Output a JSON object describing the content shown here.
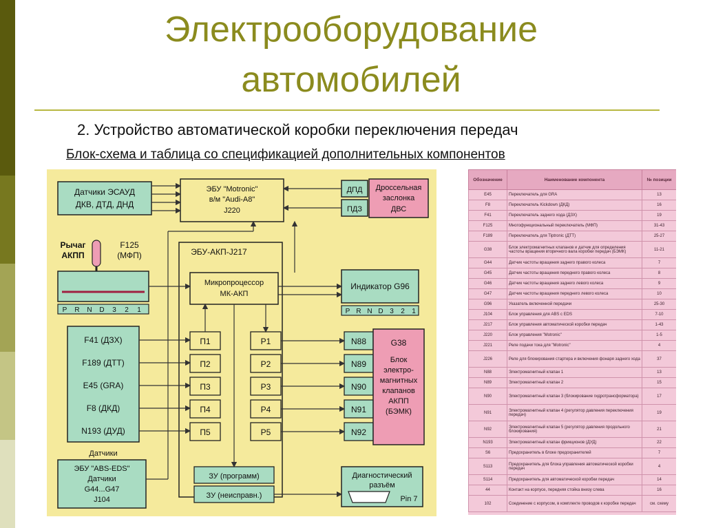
{
  "slide": {
    "title_line1": "Электрооборудование",
    "title_line2": "автомобилей",
    "subtitle": "2. Устройство автоматической коробки переключения передач",
    "caption": "Блок-схема и таблица со спецификацией дополнительных компонентов"
  },
  "colors": {
    "sidebar": [
      "#5a5a0d",
      "#77781f",
      "#a3a455",
      "#c4c585",
      "#dfe0bd"
    ],
    "title": "#8b8b1e",
    "diagram_bg": "#f5ea9c",
    "box_green": "#a9dcc2",
    "box_pink": "#ee9db4",
    "spec_bg": "#f3c9d9"
  },
  "diagram": {
    "sensors_escaud": "Датчики ЭСАУД",
    "sensors_escaud2": "ДКВ, ДТД, ДНД",
    "ecu_motronic1": "ЭБУ \"Motronic\"",
    "ecu_motronic2": "в/м \"Audi-A8\"",
    "ecu_motronic3": "J220",
    "dpd": "ДПД",
    "pdz": "ПДЗ",
    "throttle1": "Дроссельная",
    "throttle2": "заслонка",
    "throttle3": "ДВС",
    "lever1": "Рычаг",
    "lever2": "АКПП",
    "f125_1": "F125",
    "f125_2": "(МФП)",
    "ecu_akp": "ЭБУ-АКП-J217",
    "mcu1": "Микропроцессор",
    "mcu2": "МК-АКП",
    "indicator": "Индикатор G96",
    "gear_letters": [
      "P",
      "R",
      "N",
      "D",
      "3",
      "2",
      "1"
    ],
    "inputs": [
      "F41 (ДЗХ)",
      "F189 (ДТТ)",
      "E45 (GRA)",
      "F8 (ДКД)",
      "N193 (ДУД)"
    ],
    "sensors_label": "Датчики",
    "p_ports": [
      "П1",
      "П2",
      "П3",
      "П4",
      "П5"
    ],
    "r_ports": [
      "Р1",
      "Р2",
      "Р3",
      "Р4",
      "Р5"
    ],
    "n_valves": [
      "N88",
      "N89",
      "N90",
      "N91",
      "N92"
    ],
    "g38_lines": [
      "G38",
      "Блок",
      "электро-",
      "магнитных",
      "клапанов",
      "АКПП",
      "(БЭМК)"
    ],
    "abs_lines": [
      "ЭБУ \"ABS-EDS\"",
      "Датчики",
      "G44...G47",
      "J104"
    ],
    "zu_prog": "ЗУ (программ)",
    "zu_fault": "ЗУ (неисправн.)",
    "diag1": "Диагностический",
    "diag2": "разъём",
    "pin": "Pin 7"
  },
  "spec_table": {
    "headers": [
      "Обозначение",
      "Наименование компонента",
      "№ позиции"
    ],
    "rows": [
      [
        "E45",
        "Переключатель для GRA",
        "13"
      ],
      [
        "F8",
        "Переключатель Kickdown (ДКД)",
        "16"
      ],
      [
        "F41",
        "Переключатель заднего хода (ДЗХ)",
        "19"
      ],
      [
        "F125",
        "Многофункциональный переключатель (МФП)",
        "31-43"
      ],
      [
        "F189",
        "Переключатель для Tiptronic (ДТТ)",
        "25-27"
      ],
      [
        "G38",
        "Блок электромагнитных клапанов и датчик для определения частоты вращения вторичного вала коробки передач (БЭМК)",
        "11-21"
      ],
      [
        "G44",
        "Датчик частоты вращения заднего правого колеса",
        "7"
      ],
      [
        "G45",
        "Датчик частоты вращения переднего правого колеса",
        "8"
      ],
      [
        "G46",
        "Датчик частоты вращения заднего левого колеса",
        "9"
      ],
      [
        "G47",
        "Датчик частоты вращения переднего левого колеса",
        "10"
      ],
      [
        "G96",
        "Указатель включенной передачи",
        "25-30"
      ],
      [
        "J104",
        "Блок управления для ABS с EDS",
        "7-10"
      ],
      [
        "J217",
        "Блок управления автоматической коробки передач",
        "1-43"
      ],
      [
        "J220",
        "Блок управления \"Motronic\"",
        "1-5"
      ],
      [
        "J221",
        "Реле подачи тока для \"Motronic\"",
        "4"
      ],
      [
        "J226",
        "Реле для блокирования стартера и включения фонаря заднего хода",
        "37"
      ],
      [
        "N88",
        "Электромагнитный клапан 1",
        "13"
      ],
      [
        "N89",
        "Электромагнитный клапан 2",
        "15"
      ],
      [
        "N90",
        "Электромагнитный клапан 3 (блокирование гидротрансформатора)",
        "17"
      ],
      [
        "N91",
        "Электромагнитный клапан 4 (регулятор давления переключения передач)",
        "19"
      ],
      [
        "N92",
        "Электромагнитный клапан 5 (регулятор давления продольного блокирования)",
        "21"
      ],
      [
        "N193",
        "Электромагнитный клапан фрикционов (ДУД)",
        "22"
      ],
      [
        "S6",
        "Предохранитель в блоке предохранителей",
        "7"
      ],
      [
        "S113",
        "Предохранитель для блока управления автоматической коробки передач",
        "4"
      ],
      [
        "S114",
        "Предохранитель для автоматической коробки передач",
        "14"
      ],
      [
        "44",
        "Контакт на корпусе, передняя стойка внизу слева",
        "16"
      ],
      [
        "102",
        "Соединение с корпусом, в комплекте проводов к коробке передач",
        "см. схему"
      ]
    ]
  }
}
